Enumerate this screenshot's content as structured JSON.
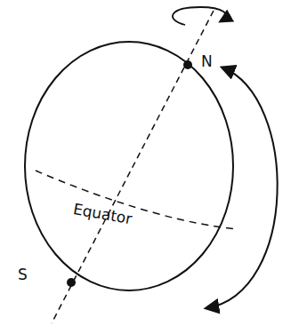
{
  "diagram": {
    "labels": [
      "N",
      "S",
      "Equator"
    ]
  }
}
